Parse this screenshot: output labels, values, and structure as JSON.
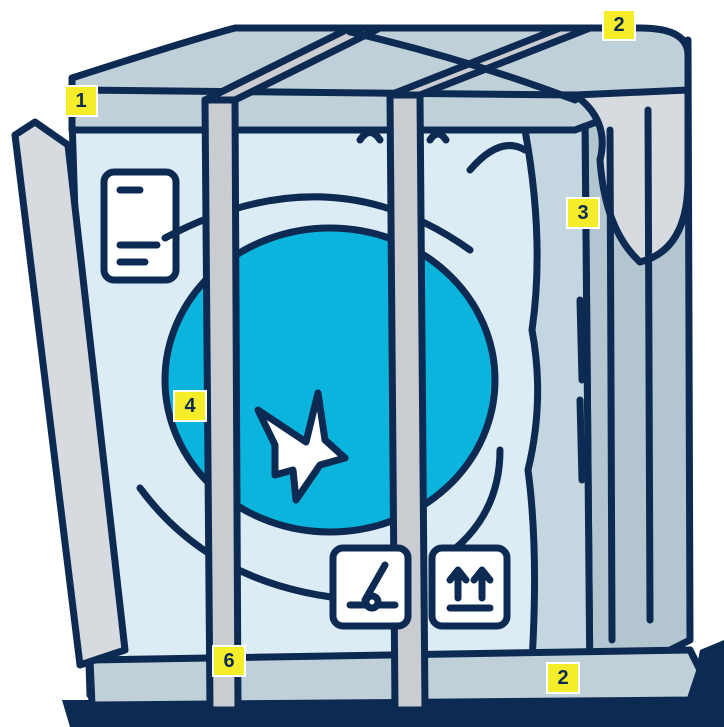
{
  "colors": {
    "outline": "#0d2b52",
    "wrap": "#dcecf4",
    "top": "#bfd0d9",
    "side": "#b3c6d0",
    "drum": "#0bb4dc",
    "strap": "#c9ccd1",
    "badge": "#f5ec2a"
  },
  "icons": [
    "control-panel-icon",
    "hand-truck-icon",
    "this-way-up-icon",
    "damage-star-icon"
  ],
  "labels": [
    {
      "id": "label-1",
      "text": "1"
    },
    {
      "id": "label-2-top",
      "text": "2"
    },
    {
      "id": "label-3",
      "text": "3"
    },
    {
      "id": "label-4",
      "text": "4"
    },
    {
      "id": "label-6",
      "text": "6"
    },
    {
      "id": "label-2-bottom",
      "text": "2"
    }
  ]
}
